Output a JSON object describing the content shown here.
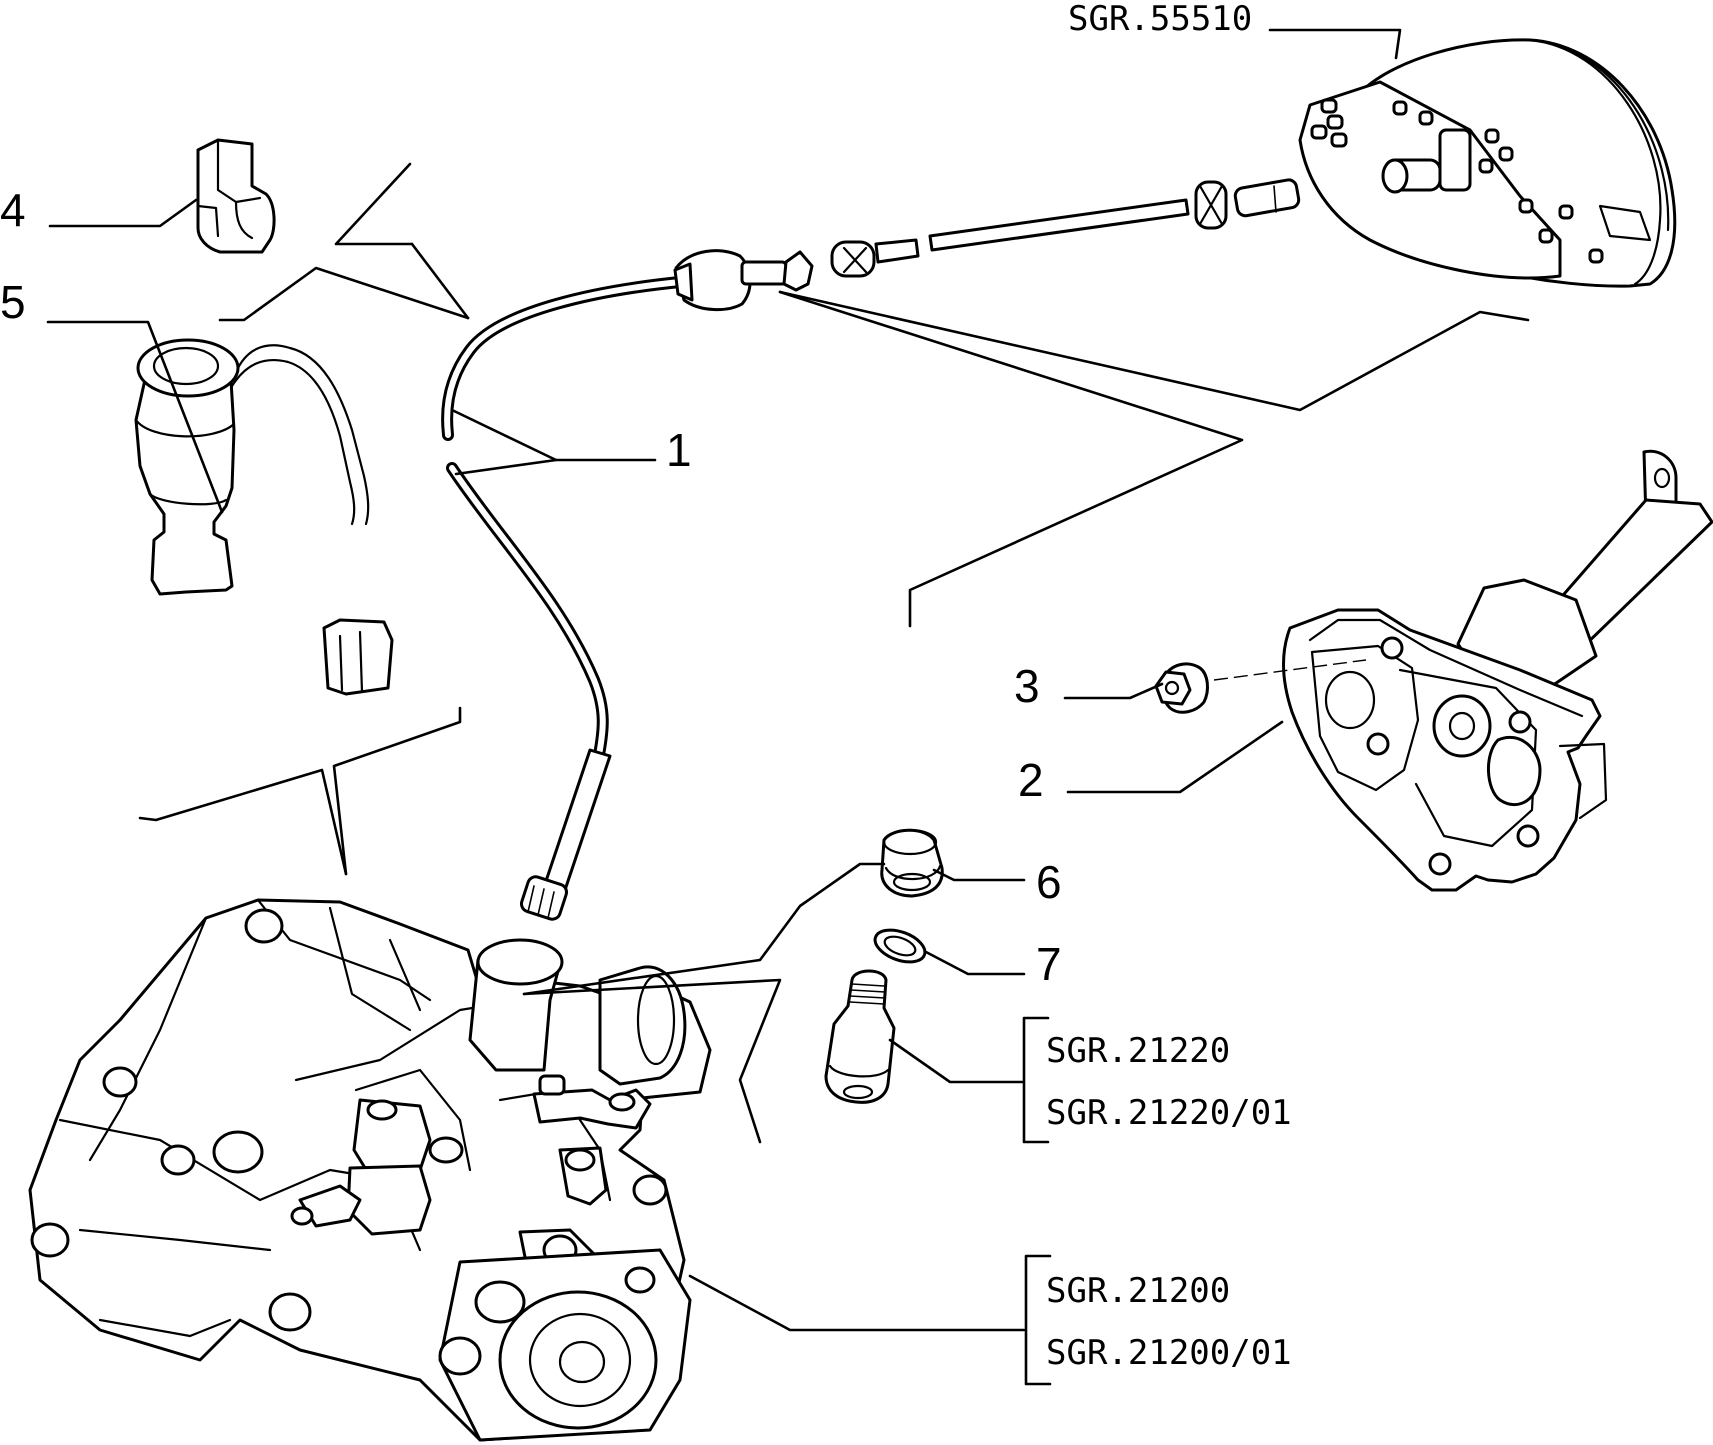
{
  "callouts": {
    "c1": "1",
    "c2": "2",
    "c3": "3",
    "c4": "4",
    "c5": "5",
    "c6": "6",
    "c7": "7"
  },
  "references": {
    "instrument_cluster": "SGR.55510",
    "transmission_a": "SGR.21200",
    "transmission_b": "SGR.21200/01",
    "drive_gear_a": "SGR.21220",
    "drive_gear_b": "SGR.21220/01"
  }
}
